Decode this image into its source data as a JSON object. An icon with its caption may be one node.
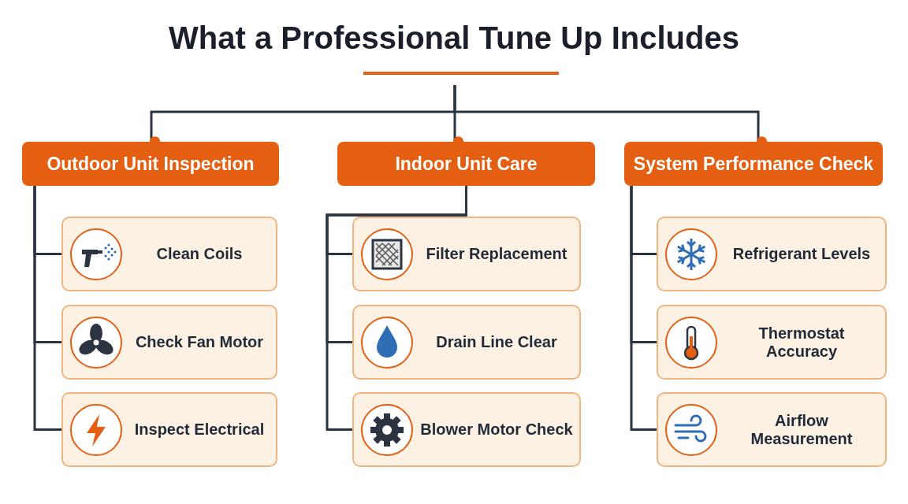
{
  "diagram": {
    "title": "What a Professional Tune Up Includes",
    "nodes": [
      {
        "text": [
          "Outdoor Unit Inspection"
        ]
      },
      {
        "text": [
          "Clean Coils"
        ]
      },
      {
        "text": [
          "Check Fan Motor"
        ]
      },
      {
        "text": [
          "Inspect Electrical"
        ]
      },
      {
        "text": [
          "Indoor Unit Care"
        ]
      },
      {
        "text": [
          "Filter Replacement"
        ]
      },
      {
        "text": [
          "Drain Line Clear"
        ]
      },
      {
        "text": [
          "Blower Motor Check"
        ]
      },
      {
        "text": [
          "System Performance Check"
        ]
      },
      {
        "text": [
          "Refrigerant Levels"
        ]
      },
      {
        "text": [
          "Thermostat Accuracy"
        ]
      },
      {
        "text": [
          "Airflow Measurement"
        ]
      }
    ],
    "edges": [
      {
        "from": null,
        "to": 0,
        "arrow": "other"
      },
      {
        "from": null,
        "to": 4,
        "arrow": "other"
      },
      {
        "from": null,
        "to": 8,
        "arrow": "other"
      },
      {
        "from": 0,
        "to": 1,
        "arrow": "none"
      },
      {
        "from": 0,
        "to": 2,
        "arrow": "none"
      },
      {
        "from": 0,
        "to": 3,
        "arrow": "none"
      },
      {
        "from": 4,
        "to": 5,
        "arrow": "none"
      },
      {
        "from": 4,
        "to": 6,
        "arrow": "none"
      },
      {
        "from": 4,
        "to": 7,
        "arrow": "none"
      },
      {
        "from": 8,
        "to": 9,
        "arrow": "none"
      },
      {
        "from": 8,
        "to": 10,
        "arrow": "none"
      },
      {
        "from": 8,
        "to": 11,
        "arrow": "none"
      }
    ]
  }
}
